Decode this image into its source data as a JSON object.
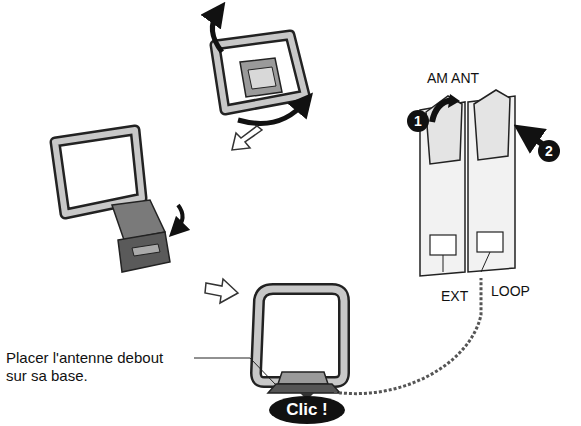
{
  "diagram": {
    "nodes": [
      {
        "text": [
          "1"
        ]
      },
      {
        "text": [
          "2"
        ]
      },
      {
        "text": [
          "Clic !"
        ]
      }
    ],
    "labels": [
      "AM ANT",
      "EXT",
      "LOOP",
      "Placer l'antenne debout sur sa base."
    ]
  }
}
